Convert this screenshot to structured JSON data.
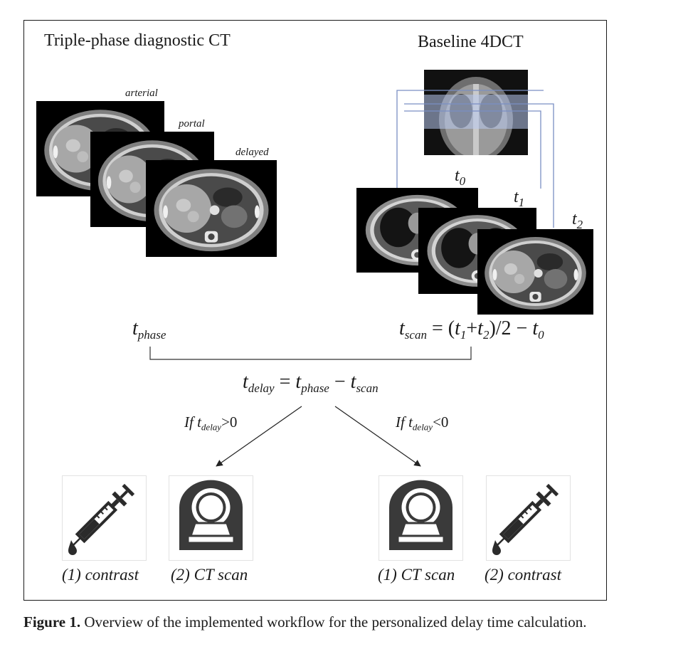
{
  "left_panel": {
    "title": "Triple-phase diagnostic CT",
    "phases": [
      "arterial",
      "portal",
      "delayed"
    ]
  },
  "right_panel": {
    "title": "Baseline 4DCT",
    "times": [
      {
        "base": "t",
        "sub": "0"
      },
      {
        "base": "t",
        "sub": "1"
      },
      {
        "base": "t",
        "sub": "2"
      }
    ]
  },
  "equations": {
    "t_phase": {
      "base": "t",
      "sub": "phase"
    },
    "t_scan": {
      "lhs_base": "t",
      "lhs_sub": "scan",
      "eq": " = (",
      "a_base": "t",
      "a_sub": "1",
      "plus": "+",
      "b_base": "t",
      "b_sub": "2",
      "tail": ")/2 − ",
      "c_base": "t",
      "c_sub": "0"
    },
    "t_delay": {
      "lhs_base": "t",
      "lhs_sub": "delay",
      "eq": " = ",
      "a_base": "t",
      "a_sub": "phase",
      "minus": " − ",
      "b_base": "t",
      "b_sub": "scan"
    }
  },
  "conditions": {
    "left": {
      "prefix": "If ",
      "base": "t",
      "sub": "delay",
      "op": ">0"
    },
    "right": {
      "prefix": "If ",
      "base": "t",
      "sub": "delay",
      "op": "<0"
    }
  },
  "steps_left": [
    "(1) contrast",
    "(2) CT scan"
  ],
  "steps_right": [
    "(1) CT scan",
    "(2) contrast"
  ],
  "icons": {
    "syringe": "syringe-icon",
    "scanner": "ct-scanner-icon"
  },
  "colors": {
    "icon": "#2b2b2b",
    "frame": "#1a1a1a",
    "scanner_overlay": "#b8c8ee"
  },
  "caption": {
    "label": "Figure 1.",
    "text": " Overview of the implemented workflow for the personalized delay time calculation."
  }
}
